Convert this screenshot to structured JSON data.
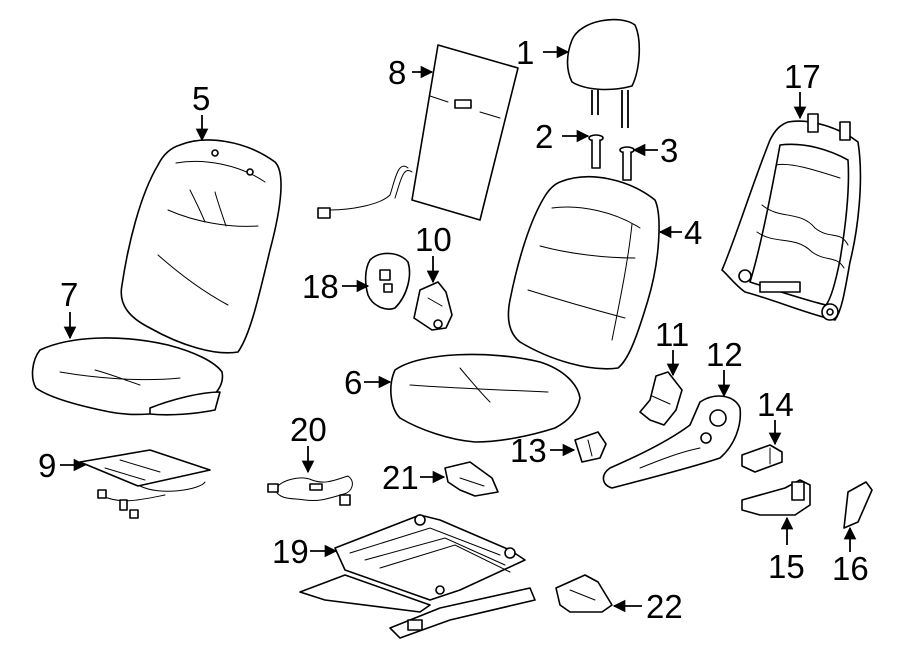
{
  "callouts": [
    {
      "id": "1",
      "text": "1"
    },
    {
      "id": "2",
      "text": "2"
    },
    {
      "id": "3",
      "text": "3"
    },
    {
      "id": "4",
      "text": "4"
    },
    {
      "id": "5",
      "text": "5"
    },
    {
      "id": "6",
      "text": "6"
    },
    {
      "id": "7",
      "text": "7"
    },
    {
      "id": "8",
      "text": "8"
    },
    {
      "id": "9",
      "text": "9"
    },
    {
      "id": "10",
      "text": "10"
    },
    {
      "id": "11",
      "text": "11"
    },
    {
      "id": "12",
      "text": "12"
    },
    {
      "id": "13",
      "text": "13"
    },
    {
      "id": "14",
      "text": "14"
    },
    {
      "id": "15",
      "text": "15"
    },
    {
      "id": "16",
      "text": "16"
    },
    {
      "id": "17",
      "text": "17"
    },
    {
      "id": "18",
      "text": "18"
    },
    {
      "id": "19",
      "text": "19"
    },
    {
      "id": "20",
      "text": "20"
    },
    {
      "id": "21",
      "text": "21"
    },
    {
      "id": "22",
      "text": "22"
    }
  ],
  "colors": {
    "line": "#000000",
    "background": "#ffffff"
  }
}
